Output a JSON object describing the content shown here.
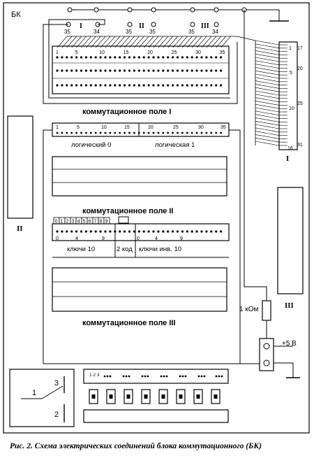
{
  "block_label": "БК",
  "top_terminals": {
    "group1": [
      "35",
      "34"
    ],
    "group1_roman": "I",
    "group2": [
      "35",
      "35"
    ],
    "group2_roman": "II",
    "group3": [
      "35",
      "34"
    ],
    "group3_roman": "III"
  },
  "field1": {
    "ticks": [
      "1",
      "5",
      "10",
      "15",
      "20",
      "25",
      "30",
      "35"
    ],
    "label": "коммутационное поле  I"
  },
  "logic_strip": {
    "ticks_left": [
      "1",
      "5",
      "10",
      "15"
    ],
    "ticks_right": [
      "20",
      "25",
      "30",
      "35"
    ],
    "label_left": "логический 0",
    "label_right": "логическая 1"
  },
  "field2": {
    "label": "коммутационное поле  II",
    "digit_boxes": [
      "0",
      "1",
      "2",
      "3",
      "4",
      "5",
      "6",
      "7",
      "8",
      "9"
    ],
    "ticks_a": [
      "0",
      "4",
      "9"
    ],
    "ticks_b": [
      "0",
      "4",
      "9"
    ],
    "keys_label": "ключи 10",
    "code_label": "2 код",
    "keys_inv_label": "ключи инв. 10"
  },
  "field3": {
    "label": "коммутационное поле  III"
  },
  "connector": {
    "pins_top": [
      "1",
      "17"
    ],
    "pins_mid": [
      "20",
      "5",
      "10"
    ],
    "pins_bottom": [
      "25",
      "31",
      "16"
    ],
    "roman": "I"
  },
  "left_connector_roman": "II",
  "right_connector_roman": "III",
  "resistor_label": "1 кОм",
  "power_label": "+5 В",
  "switch_labels": [
    "1",
    "2",
    "3"
  ],
  "bottom_strip_ticks": "1 2 3",
  "caption": "Рис. 2. Схема электрических соединений блока коммутационного (БК)"
}
